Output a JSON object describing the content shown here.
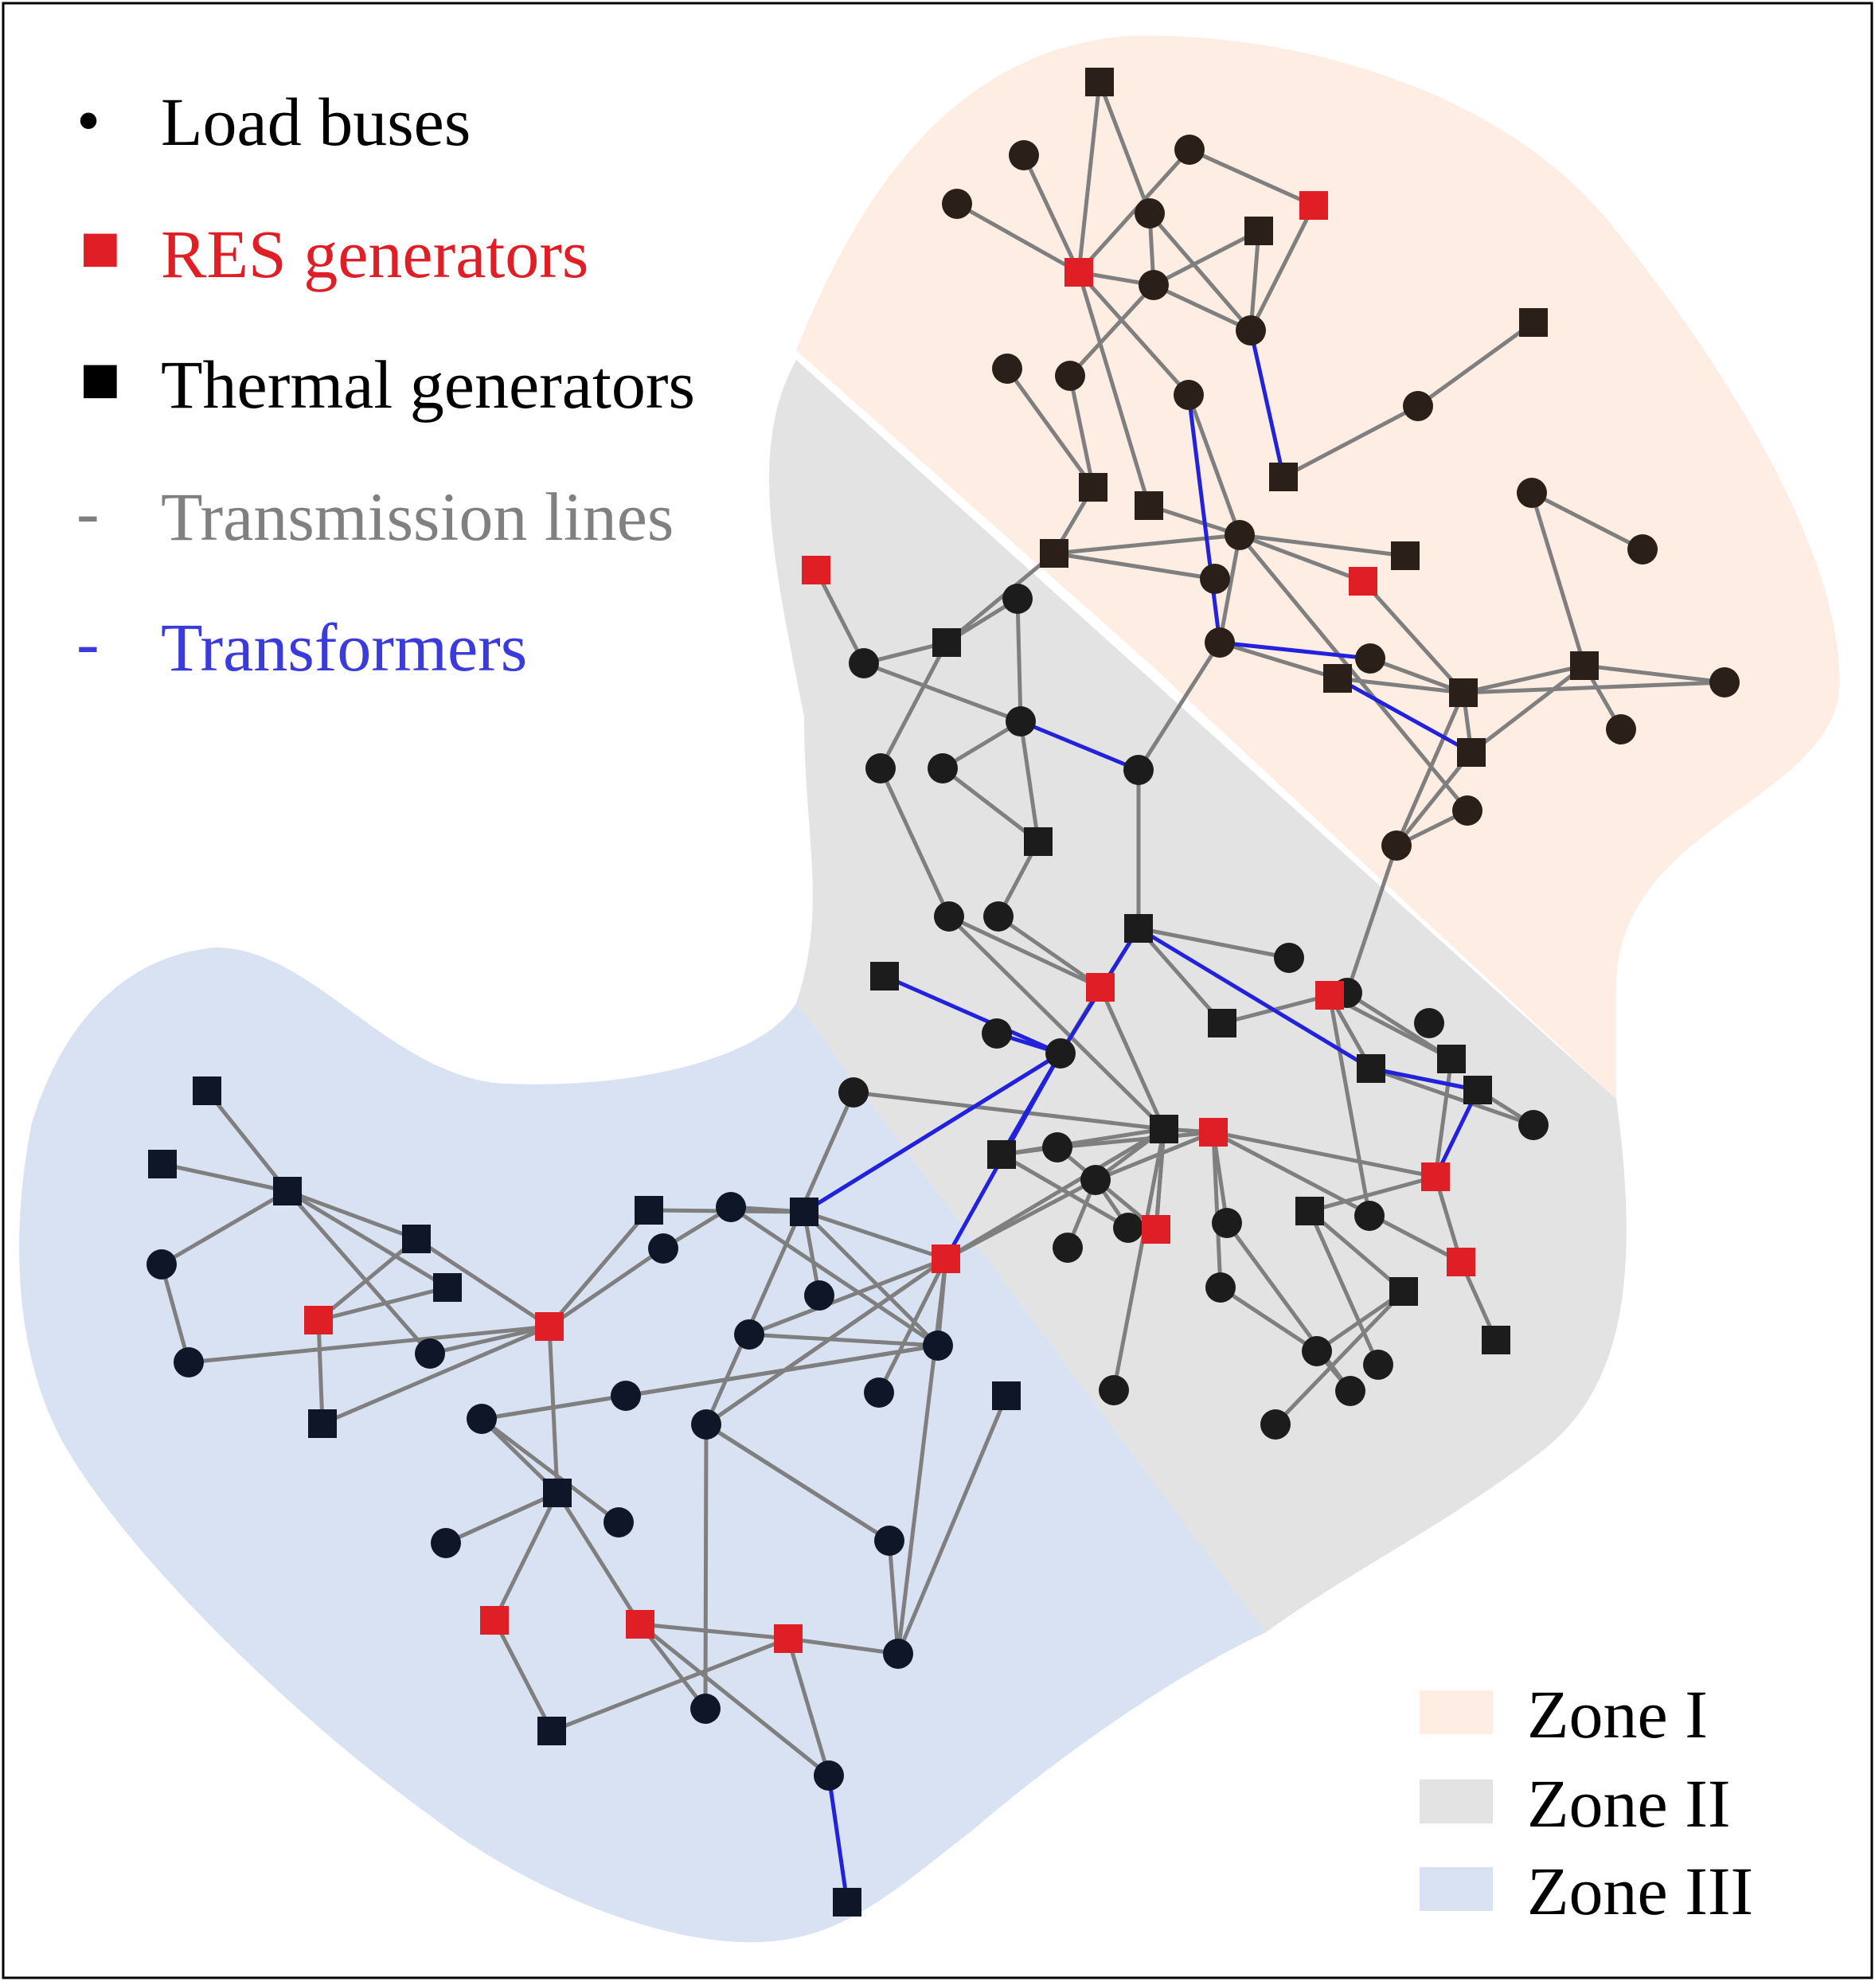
{
  "colors": {
    "zone1": "#fdede3",
    "zone2": "#e3e3e3",
    "zone3": "#d9e2f2",
    "load_bus": "#1c1c1c",
    "res_generator": "#e01e26",
    "thermal_generator": "#141414",
    "transmission_line": "#7f7f7f",
    "transformer": "#2222dd",
    "legend_transmission_text": "#808080",
    "legend_transformer_text": "#3b3bdc"
  },
  "legend": {
    "load_buses": {
      "symbol": "•",
      "label": "Load buses"
    },
    "res_generators": {
      "symbol": "■",
      "label": "RES generators"
    },
    "thermal_generators": {
      "symbol": "■",
      "label": "Thermal generators"
    },
    "transmission_lines": {
      "symbol": "-",
      "label": "Transmission lines"
    },
    "transformers": {
      "symbol": "-",
      "label": "Transformers"
    }
  },
  "zone_legend": {
    "zone1": "Zone I",
    "zone2": "Zone II",
    "zone3": "Zone III"
  }
}
